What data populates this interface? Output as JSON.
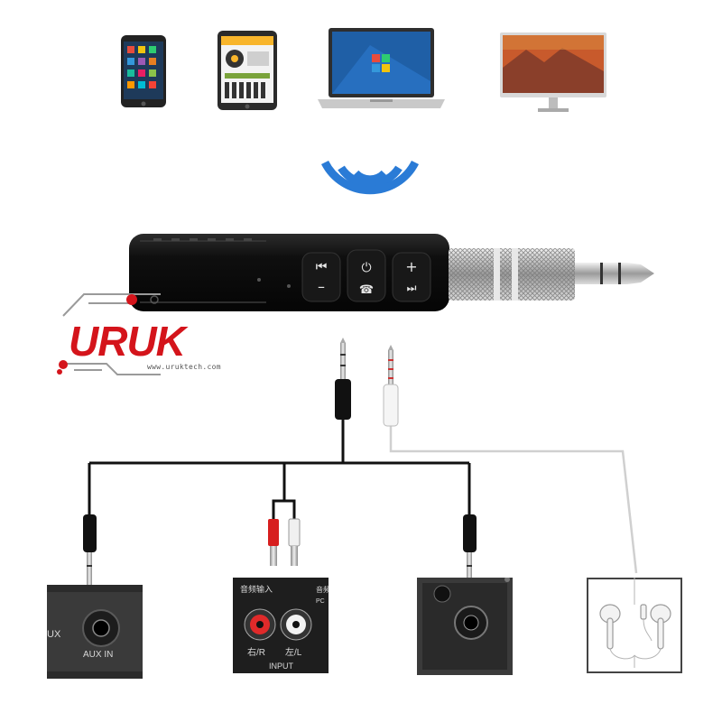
{
  "devices": [
    {
      "name": "smartphone"
    },
    {
      "name": "tablet"
    },
    {
      "name": "laptop"
    },
    {
      "name": "desktop-monitor"
    }
  ],
  "brand": {
    "logo_text": "URUK",
    "url": "www.uruktech.com",
    "colors": {
      "primary": "#d4141b",
      "circuit": "#9a9a9a"
    }
  },
  "receiver": {
    "buttons": [
      {
        "name": "previous-volume-down",
        "top_symbol": "⏮",
        "bottom_symbol": "–"
      },
      {
        "name": "power-call",
        "top_symbol": "⏻",
        "bottom_symbol": "☎"
      },
      {
        "name": "next-volume-up",
        "top_symbol": "+",
        "bottom_symbol": "⏭"
      }
    ],
    "colors": {
      "body": "#111111",
      "accent": "#2a7bd6"
    }
  },
  "targets": {
    "aux": {
      "label_top": "UX",
      "label_port": "AUX IN"
    },
    "rca": {
      "label_header": "音频输入",
      "label_side": "音频",
      "label_pc": "PC",
      "label_right": "右/R",
      "label_left": "左/L",
      "label_input": "INPUT"
    },
    "speaker": {},
    "earphones": {}
  }
}
